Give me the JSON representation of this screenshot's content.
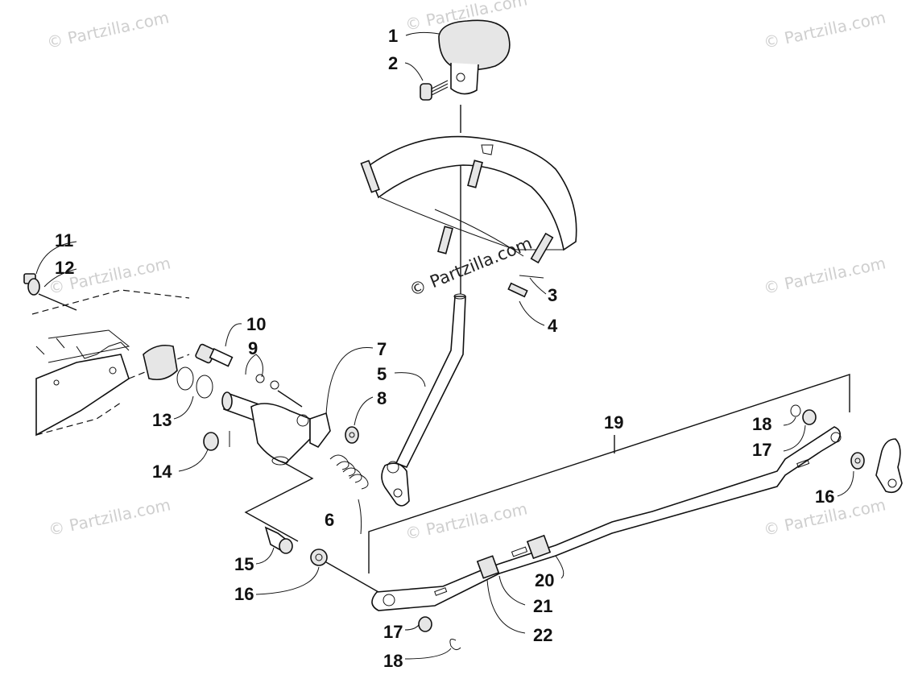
{
  "watermarks": {
    "text": "© Partzilla.com",
    "center_text": "© Partzilla.com"
  },
  "callouts": {
    "c1": "1",
    "c2": "2",
    "c3": "3",
    "c4": "4",
    "c5": "5",
    "c6": "6",
    "c7": "7",
    "c8": "8",
    "c9": "9",
    "c10": "10",
    "c11": "11",
    "c12": "12",
    "c13": "13",
    "c14": "14",
    "c15": "15",
    "c16a": "16",
    "c16b": "16",
    "c17a": "17",
    "c17b": "17",
    "c18a": "18",
    "c18b": "18",
    "c19": "19",
    "c20": "20",
    "c21": "21",
    "c22": "22"
  }
}
